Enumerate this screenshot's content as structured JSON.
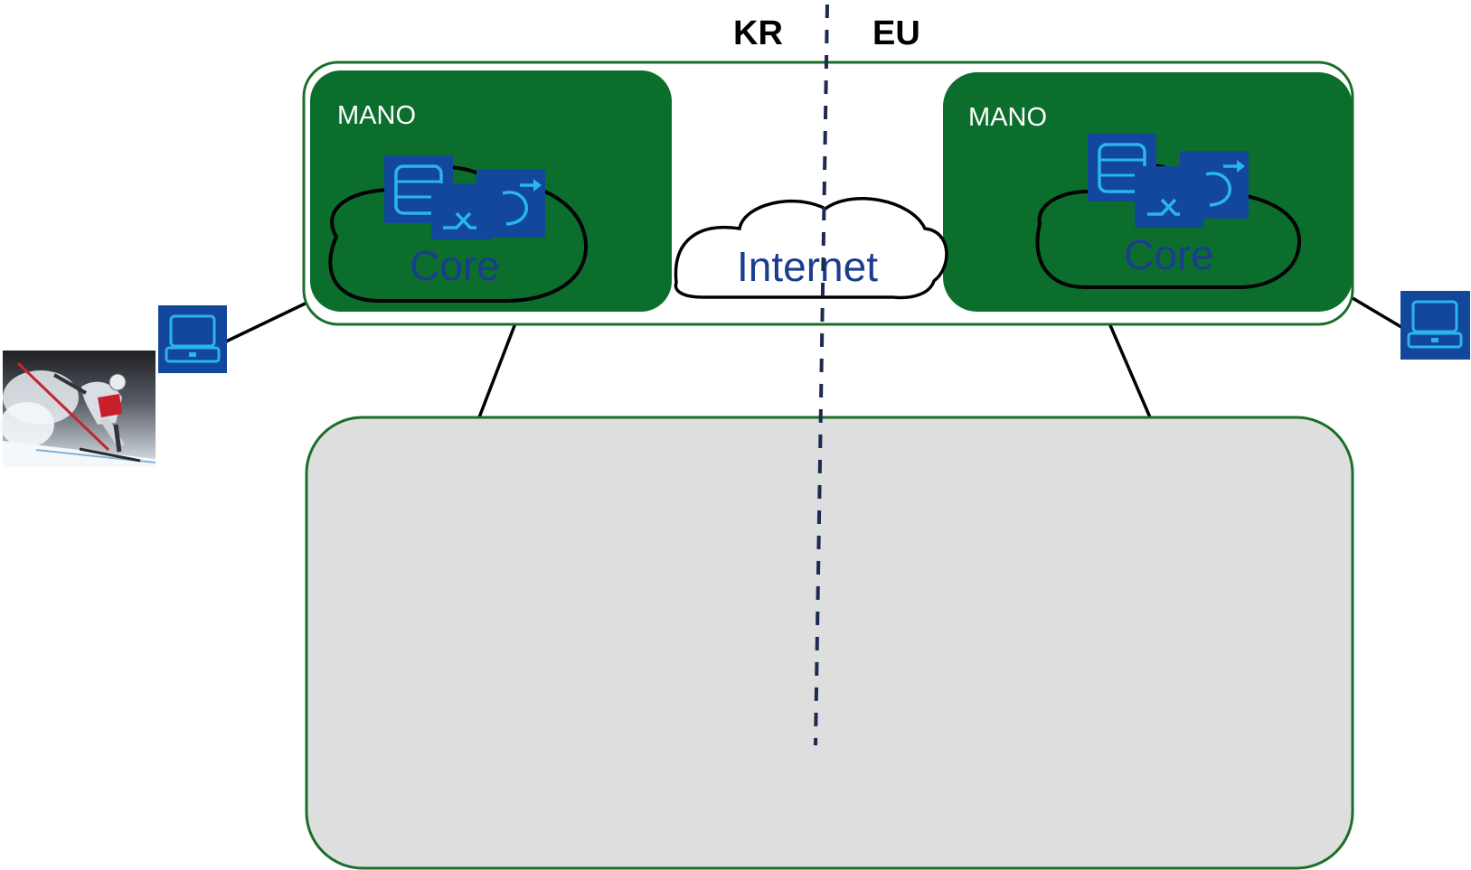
{
  "regions": {
    "left": "KR",
    "right": "EU"
  },
  "sites": {
    "left": {
      "mano_label": "MANO",
      "core_label": "Core"
    },
    "right": {
      "mano_label": "MANO",
      "core_label": "Core"
    }
  },
  "internet_label": "Internet",
  "colors": {
    "site_green": "#0c6e2c",
    "frame_green": "#1a6e2a",
    "icon_blue": "#12479b",
    "icon_line": "#2ab4f0",
    "text_blue": "#1a3d8f",
    "panel_gray": "#dedede",
    "divider": "#1b2a4e"
  },
  "icons": [
    "database-icon",
    "switch-icon",
    "rotate-arrow-icon",
    "laptop-icon",
    "cloud-icon"
  ],
  "photo": "skier-photo"
}
